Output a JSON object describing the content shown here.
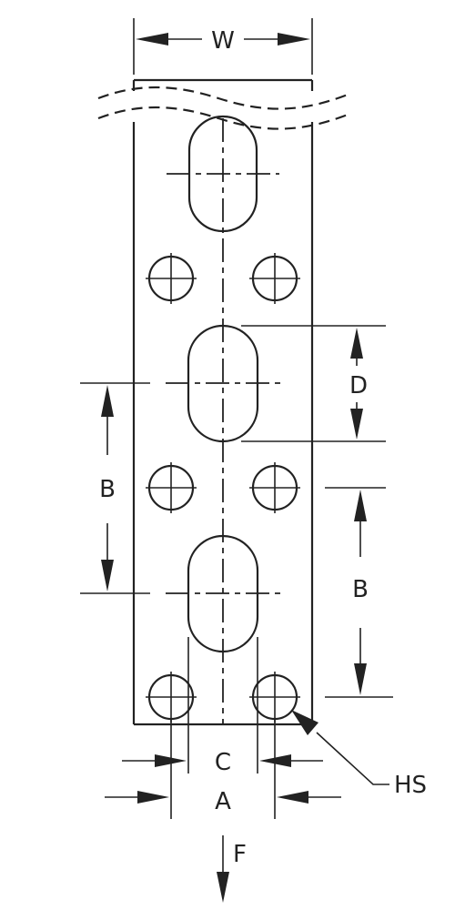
{
  "labels": {
    "width": "W",
    "slot_length": "D",
    "spacing_left": "B",
    "spacing_right": "B",
    "dim_c": "C",
    "dim_a": "A",
    "hole_size": "HS",
    "force": "F"
  }
}
